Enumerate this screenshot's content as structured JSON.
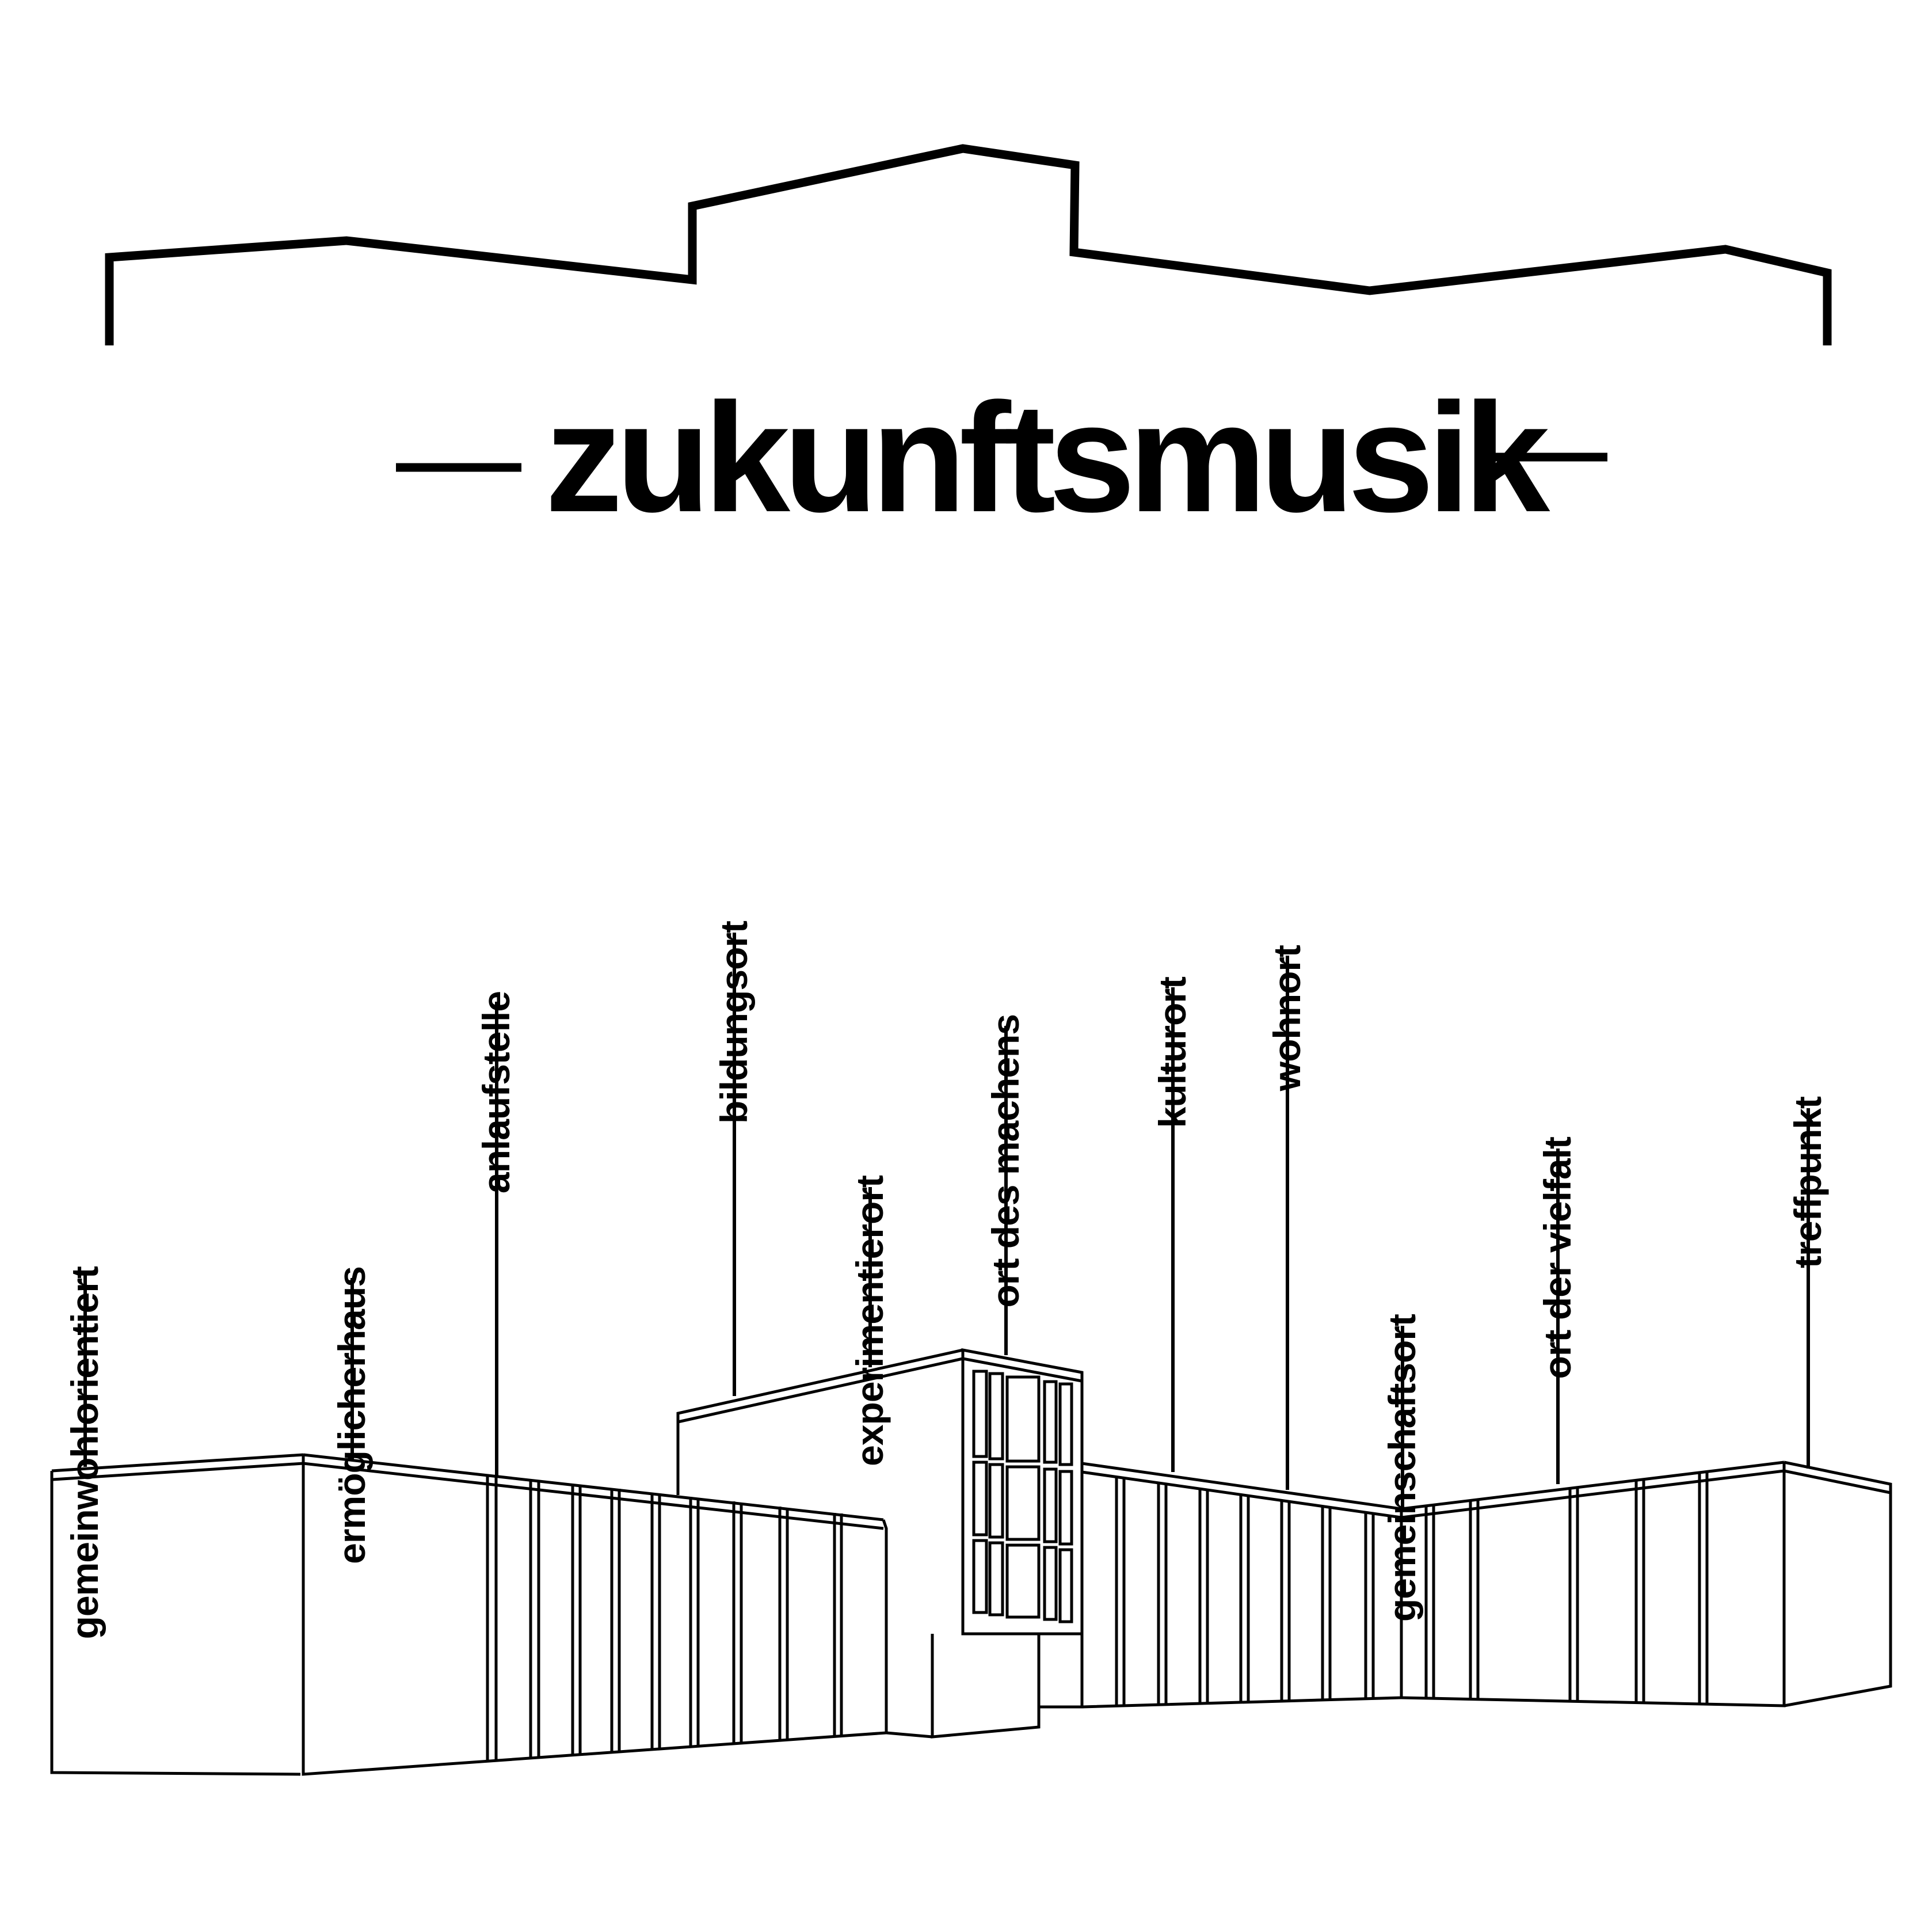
{
  "title": "zukunftsmusik",
  "labels": [
    "gemeinwohlorientiert",
    "ermöglicherhaus",
    "anlaufstelle",
    "bildungsort",
    "experimentierort",
    "ort des machens",
    "kulturort",
    "wohnort",
    "gemeinschaftsort",
    "ort der vielfalt",
    "treffpunkt"
  ],
  "colors": {
    "ink": "#000000",
    "background": "#ffffff"
  }
}
